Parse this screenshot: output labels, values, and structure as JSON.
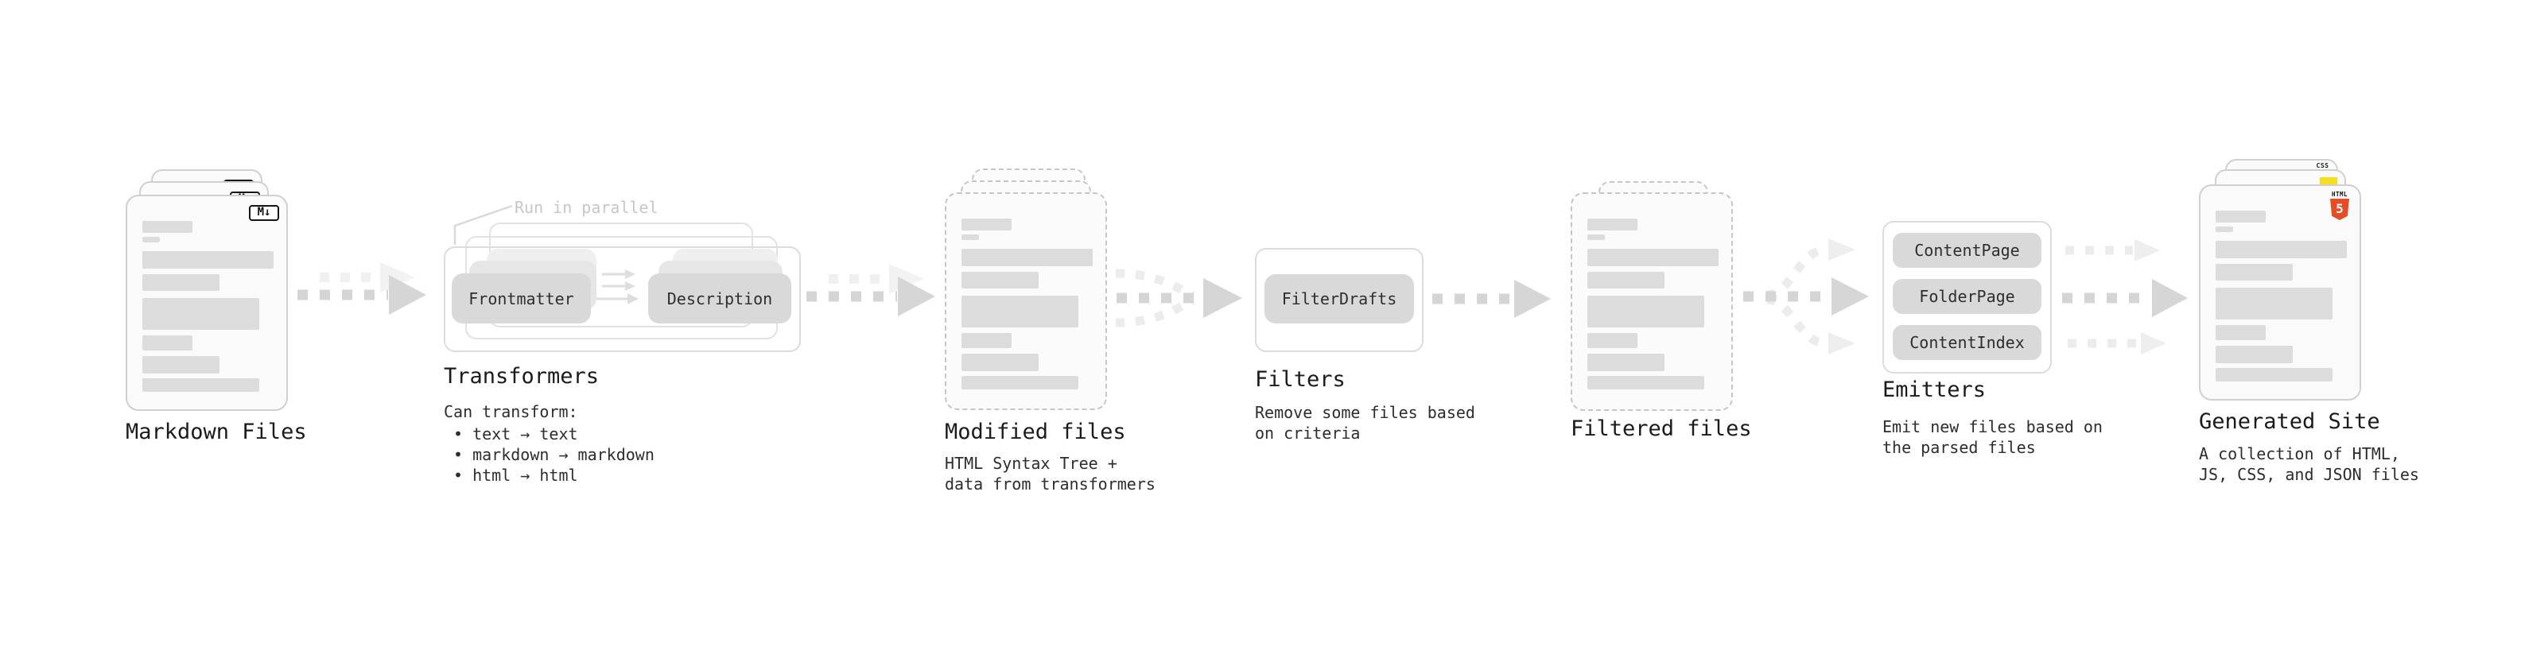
{
  "colors": {
    "accent_orange": "#e44d26",
    "accent_yellow": "#f7df1e",
    "accent_blue": "#2965f1"
  },
  "stages": {
    "markdown": {
      "label": "Markdown Files",
      "file_badge": "M↓"
    },
    "transformers": {
      "annotation": "Run in parallel",
      "pills": [
        "Frontmatter",
        "Description"
      ],
      "label": "Transformers",
      "desc_heading": "Can transform:",
      "bullets": [
        "• text → text",
        "• markdown → markdown",
        "• html → html"
      ]
    },
    "modified": {
      "label": "Modified files",
      "description": "HTML Syntax Tree +\ndata from transformers"
    },
    "filters": {
      "pill": "FilterDrafts",
      "label": "Filters",
      "description": "Remove some files based\non criteria"
    },
    "filtered": {
      "label": "Filtered files"
    },
    "emitters": {
      "pills": [
        "ContentPage",
        "FolderPage",
        "ContentIndex"
      ],
      "label": "Emitters",
      "description": "Emit new files based on\nthe parsed files"
    },
    "generated": {
      "label": "Generated Site",
      "description": "A collection of HTML,\nJS, CSS, and JSON files",
      "badge_css": "CSS",
      "badge_html_word": "HTML",
      "badge_html_number": "5"
    }
  }
}
